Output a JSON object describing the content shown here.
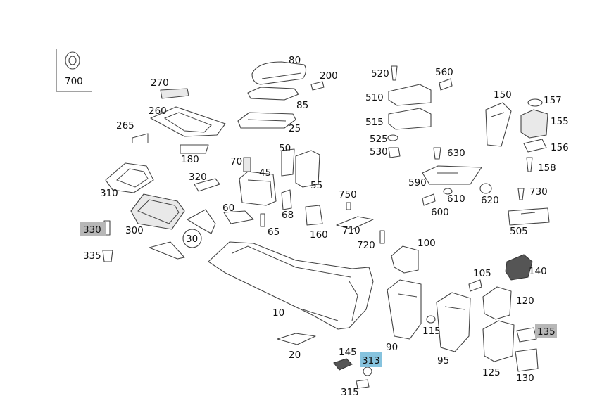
{
  "diagram": {
    "part_numbers": [
      "700",
      "80",
      "200",
      "270",
      "85",
      "260",
      "25",
      "265",
      "180",
      "70",
      "50",
      "45",
      "55",
      "320",
      "310",
      "60",
      "300",
      "68",
      "65",
      "160",
      "750",
      "710",
      "720",
      "330",
      "335",
      "30",
      "10",
      "100",
      "105",
      "140",
      "90",
      "120",
      "115",
      "95",
      "125",
      "135",
      "20",
      "145",
      "313",
      "315",
      "130",
      "520",
      "560",
      "510",
      "515",
      "525",
      "530",
      "630",
      "590",
      "610",
      "620",
      "600",
      "150",
      "157",
      "155",
      "156",
      "158",
      "730",
      "505"
    ],
    "highlighted": {
      "gray": [
        "330",
        "135"
      ],
      "blue": [
        "313"
      ]
    },
    "colors": {
      "highlight_gray": "#b7b7b7",
      "highlight_blue": "#86c3de",
      "line": "#444444"
    }
  }
}
